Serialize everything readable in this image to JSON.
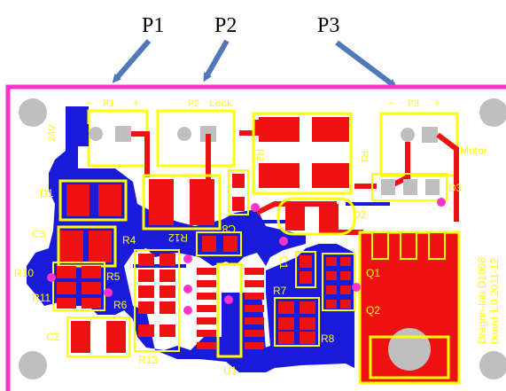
{
  "colors": {
    "board_edge": "#ff33cc",
    "copper_bottom": "#1a1adb",
    "copper_top": "#ee1111",
    "silkscreen": "#ffff00",
    "pad_gray": "#bfbfbf",
    "arrow": "#4f79b8",
    "via": "#ff33cc"
  },
  "callouts": [
    "P1",
    "P2",
    "P3"
  ],
  "connectors": {
    "p1": {
      "minus": "−",
      "name": "P1",
      "plus": "+",
      "side": "24V"
    },
    "p2": {
      "name": "P2",
      "lock": "Lock"
    },
    "p3": {
      "minus": "−",
      "name": "P3",
      "plus": "+",
      "side": "Motor"
    }
  },
  "components": {
    "d1": "D1",
    "c3": "C3",
    "r4": "R4",
    "r12": "R12",
    "c8": "C8",
    "r2": "R2",
    "r1": "R1",
    "d2": "D2",
    "d3": "D3",
    "c1": "C1",
    "q1": "Q1",
    "r10": "R10",
    "r11": "R11",
    "r5": "R5",
    "r6": "R6",
    "r7": "R7",
    "q2": "Q2",
    "r8": "R8",
    "c2": "C2",
    "r13": "R13",
    "u1": "U1"
  },
  "board_text": {
    "line1": "Dragon-lab D1068",
    "line2": "board 1.0 2011-12"
  }
}
